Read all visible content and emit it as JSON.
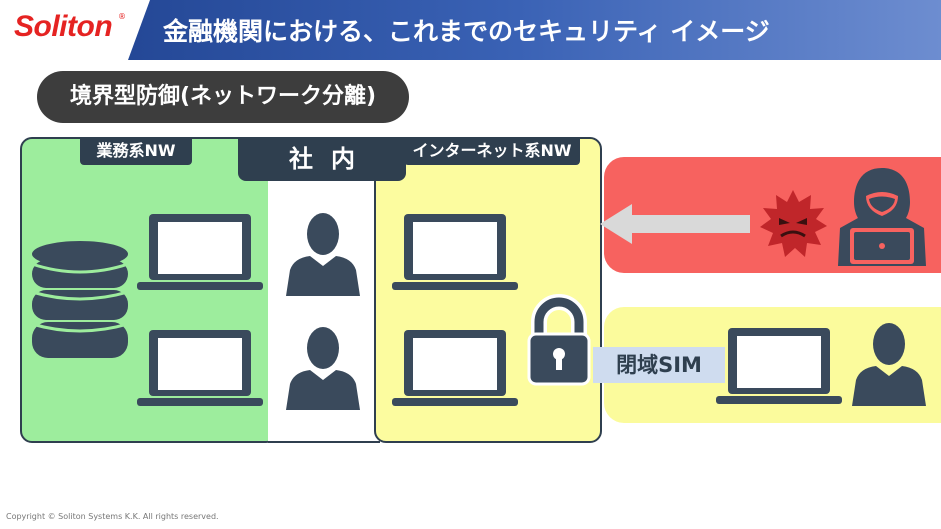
{
  "header": {
    "logo_text": "Soliton",
    "logo_mark": "®",
    "title": "金融機関における、これまでのセキュリティ イメージ"
  },
  "section": {
    "label": "境界型防御(ネットワーク分離)"
  },
  "zones": {
    "business": {
      "label": "業務系NW"
    },
    "office": {
      "label": "社内"
    },
    "internet": {
      "label": "インターネット系NW"
    }
  },
  "closed_network": {
    "label": "閉域SIM"
  },
  "icons": {
    "database": "database-icon",
    "laptop": "laptop-icon",
    "person": "person-icon",
    "lock": "lock-icon",
    "virus": "virus-icon",
    "hacker": "hacker-icon",
    "arrow": "arrow-left-icon"
  },
  "colors": {
    "header_blue": "#1d3f8c",
    "logo_red": "#e52322",
    "business_green": "#9ded9d",
    "internet_yellow": "#fcfc9f",
    "threat_red": "#f7625f",
    "icon_dark": "#3a4a5c",
    "virus_red": "#c0262a"
  },
  "footer": {
    "copyright": "Copyright © Soliton Systems K.K. All rights reserved."
  }
}
